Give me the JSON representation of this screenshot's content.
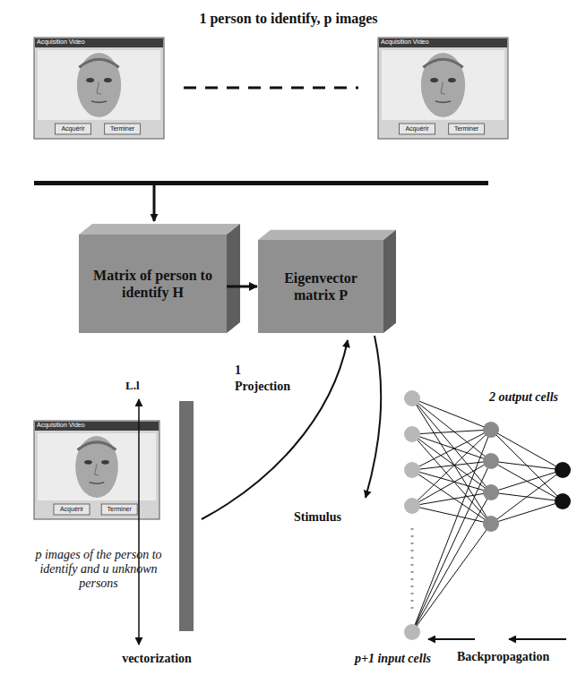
{
  "diagram": {
    "title": "1 person to identify, p images",
    "nodes": [
      {
        "text": [
          "Matrix of person to identify H"
        ]
      },
      {
        "text": [
          "Eigenvector matrix P"
        ]
      }
    ],
    "edges": [
      {
        "from": 0,
        "to": 1,
        "arrow": "to"
      }
    ],
    "labels": [
      "Acquisition Video",
      "Acquérir",
      "Terminer",
      "Acquisition Video",
      "Acquérir",
      "Terminer",
      "1",
      "L.l",
      "Projection",
      "Acquisition Video",
      "Acquérir",
      "Terminer",
      "p images of the person to identify and u unknown persons",
      "vectorization",
      "Stimulus",
      "2 output cells",
      "p+1 input cells",
      "Backpropagation"
    ]
  }
}
